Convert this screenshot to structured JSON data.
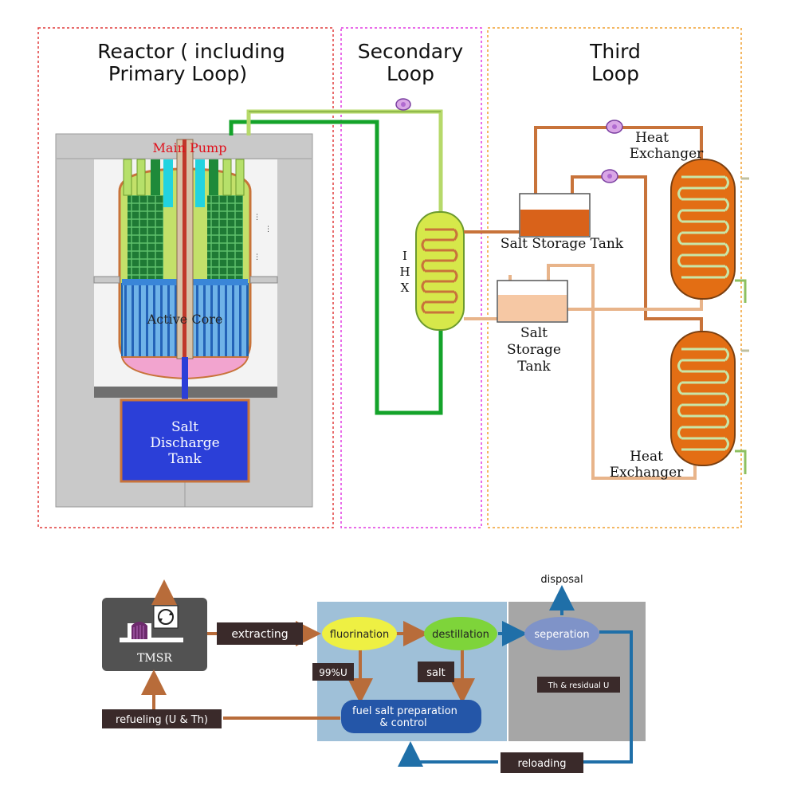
{
  "top": {
    "sections": {
      "reactor": [
        "Reactor ( including",
        "Primary Loop)"
      ],
      "secondary": [
        "Secondary",
        "Loop"
      ],
      "third": [
        "Third",
        "Loop"
      ]
    },
    "labels": {
      "main_pump": "Main Pump",
      "active_core": "Active Core",
      "salt_discharge_tank": [
        "Salt",
        "Discharge",
        "Tank"
      ],
      "ihx": [
        "I",
        "H",
        "X"
      ],
      "salt_storage_tank_top": "Salt Storage Tank",
      "salt_storage_tank_bottom": [
        "Salt",
        "Storage",
        "Tank"
      ],
      "heat_exchanger_top": [
        "Heat",
        "Exchanger"
      ],
      "heat_exchanger_bottom": [
        "Heat",
        "Exchanger"
      ]
    }
  },
  "bottom": {
    "tmsr": "TMSR",
    "extracting": "extracting",
    "fluorination": "fluorination",
    "destillation": "destillation",
    "seperation": "seperation",
    "disposal": "disposal",
    "u99": "99%U",
    "salt": "salt",
    "th_residual": "Th & residual U",
    "fuel_salt": [
      "fuel salt preparation",
      "& control"
    ],
    "refueling": "refueling (U & Th)",
    "reloading": "reloading"
  },
  "colors": {
    "pipe_orange": "#c8733a",
    "pipe_green": "#14a32a",
    "pipe_lightgreen": "#b6d96a",
    "core_pink": "#f2a4cf",
    "discharge_blue": "#2b3fd8",
    "process_panel": "#9fc0d8",
    "separation_panel": "#a6a6a6",
    "flow_brown": "#b86c3a",
    "flow_blue": "#1f6fa8"
  }
}
